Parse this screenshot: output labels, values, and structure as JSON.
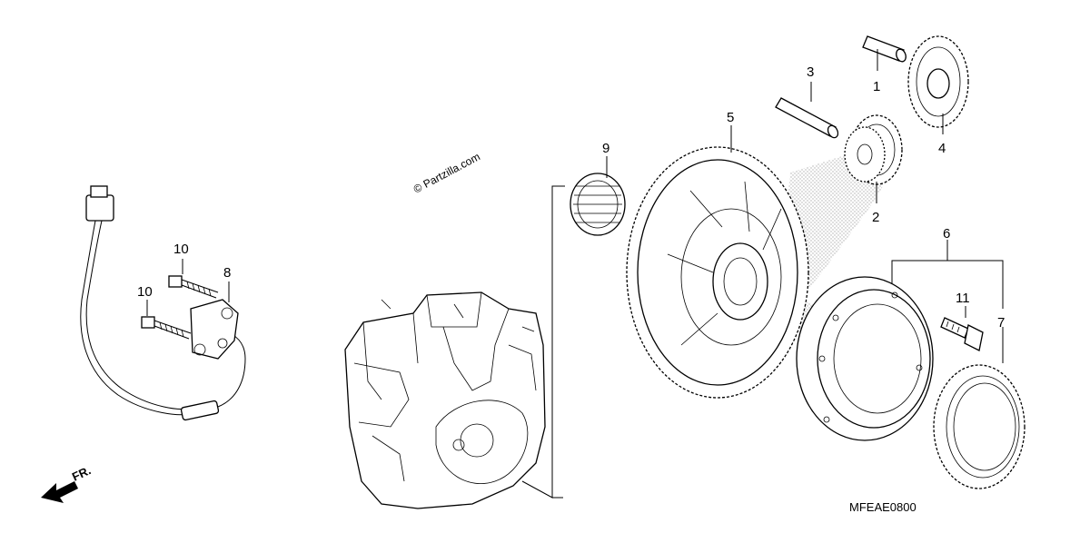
{
  "watermark": "© Partzilla.com",
  "diagram_code": "MFEAE0800",
  "direction_marker": "FR.",
  "callouts": {
    "c1": "1",
    "c2": "2",
    "c3": "3",
    "c4": "4",
    "c5": "5",
    "c6": "6",
    "c7": "7",
    "c8": "8",
    "c9": "9",
    "c10a": "10",
    "c10b": "10",
    "c11": "11"
  },
  "icons": {
    "direction": "front-arrow-icon"
  },
  "colors": {
    "line": "#000000",
    "background": "#ffffff",
    "stipple": "#9a9a9a"
  }
}
